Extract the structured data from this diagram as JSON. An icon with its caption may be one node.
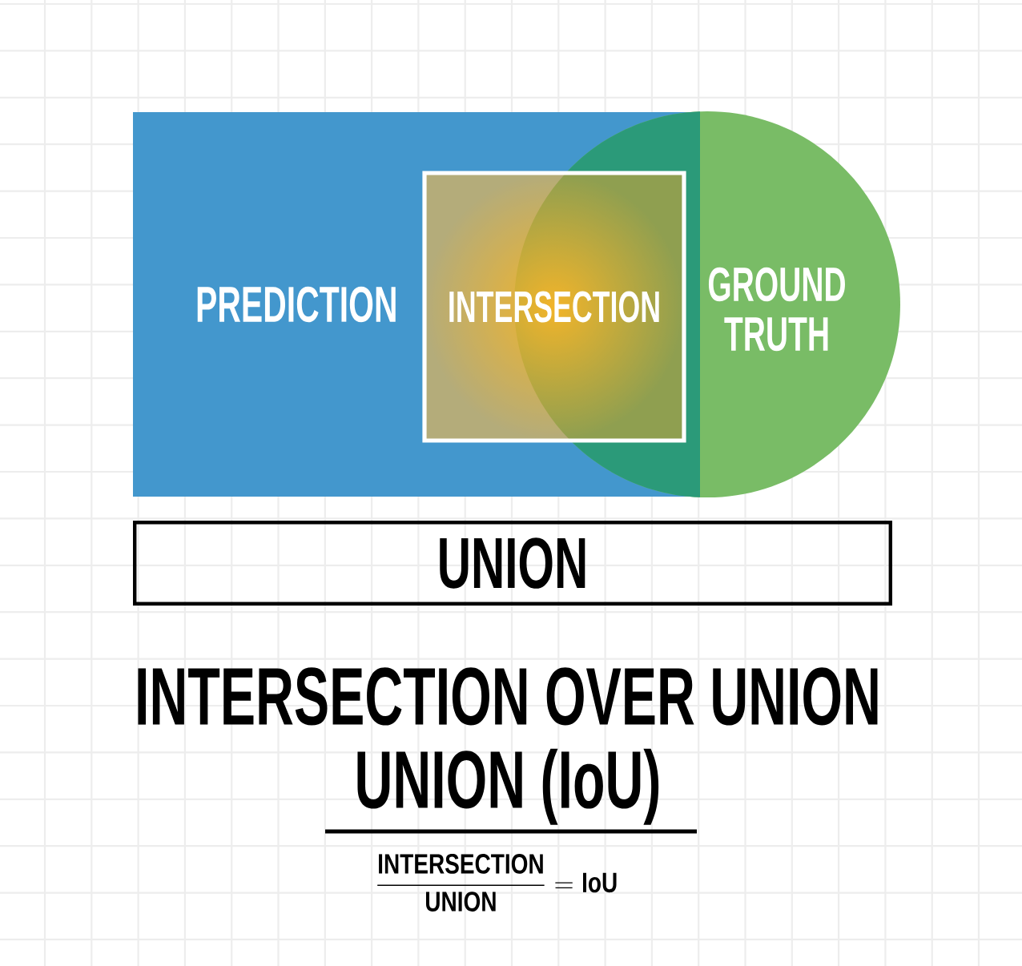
{
  "diagram": {
    "title": "INTERSECTION OVER UNION UNION (IoU)",
    "nodes": [
      {
        "text": [
          "PREDICTION"
        ]
      },
      {
        "text": [
          "INTERSECTION"
        ],
        "in": 0
      },
      {
        "text": [
          "GROUND TRUTH"
        ]
      },
      {
        "text": [
          "UNION"
        ]
      }
    ],
    "labels": [
      "\\frac{\\text{INTERSECTION}}{\\text{UNION}} = \\text{IoU}"
    ]
  }
}
